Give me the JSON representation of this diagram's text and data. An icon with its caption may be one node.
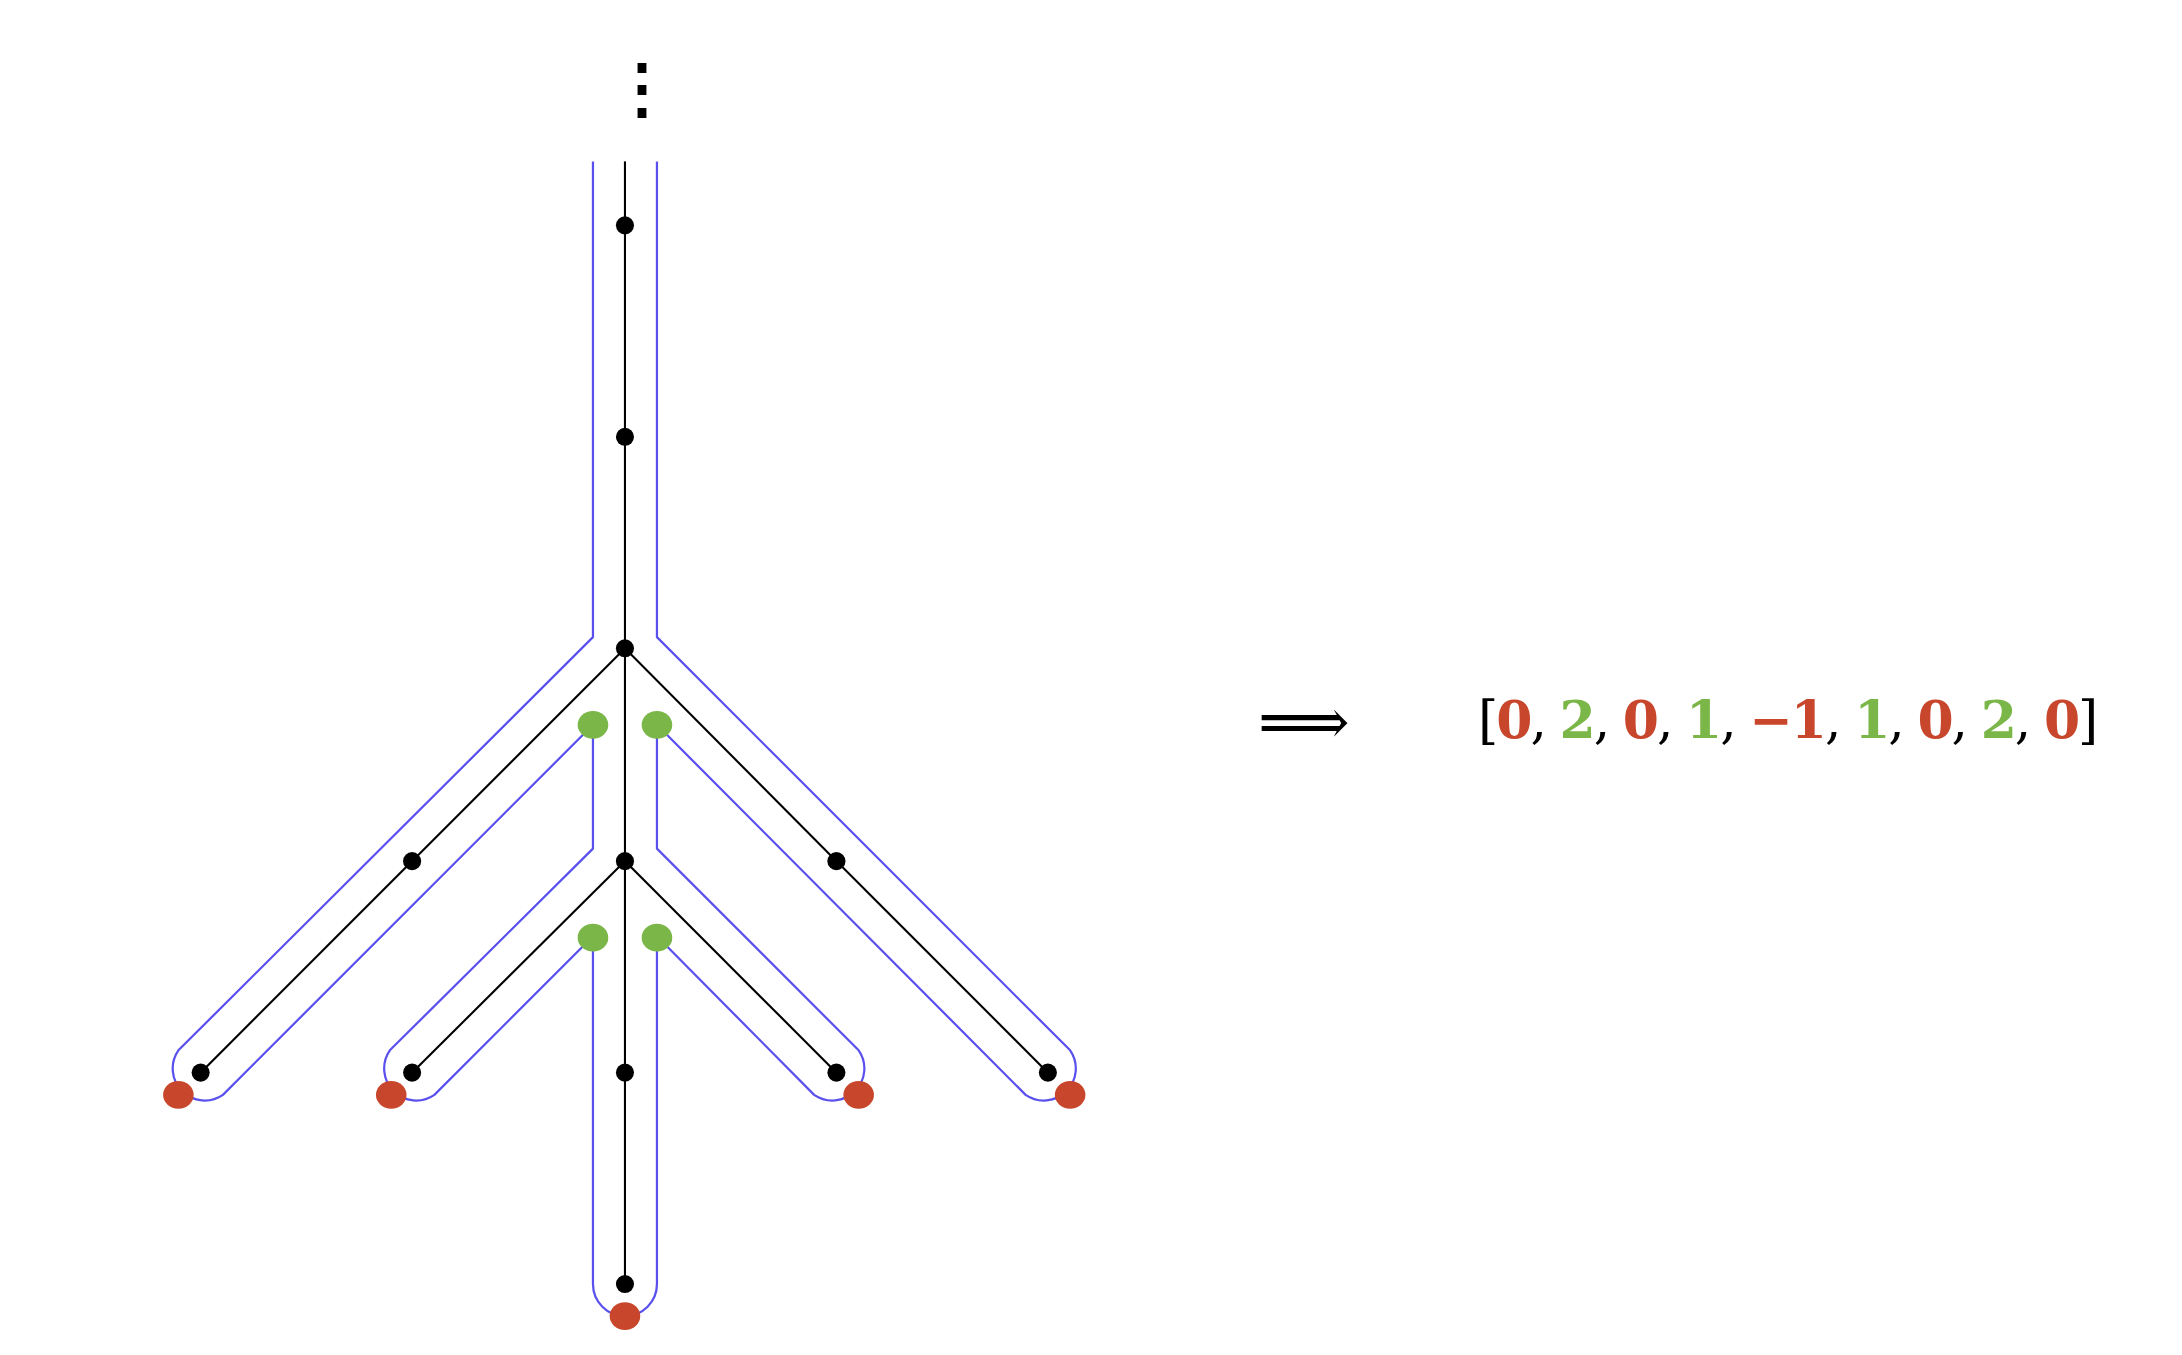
{
  "diagram": {
    "nodes": [
      {
        "text": [],
        "shape": "circle"
      },
      {
        "text": [],
        "shape": "circle"
      },
      {
        "text": [],
        "shape": "circle"
      },
      {
        "text": [],
        "shape": "circle"
      },
      {
        "text": [],
        "shape": "circle"
      },
      {
        "text": [],
        "shape": "circle"
      },
      {
        "text": [],
        "shape": "circle"
      },
      {
        "text": [],
        "shape": "circle"
      },
      {
        "text": [],
        "shape": "circle"
      },
      {
        "text": [],
        "shape": "circle"
      },
      {
        "text": [],
        "shape": "circle"
      },
      {
        "text": [],
        "shape": "circle"
      }
    ],
    "edges": [
      {
        "from": null,
        "to": 0,
        "arrow": "none"
      },
      {
        "from": 0,
        "to": 1,
        "arrow": "none"
      },
      {
        "from": 1,
        "to": 2,
        "arrow": "none"
      },
      {
        "from": 2,
        "to": 3,
        "arrow": "none"
      },
      {
        "from": 2,
        "to": 4,
        "arrow": "none"
      },
      {
        "from": 2,
        "to": 5,
        "arrow": "none"
      },
      {
        "from": 3,
        "to": 6,
        "arrow": "none"
      },
      {
        "from": 4,
        "to": 7,
        "arrow": "none"
      },
      {
        "from": 4,
        "to": 8,
        "arrow": "none"
      },
      {
        "from": 4,
        "to": 9,
        "arrow": "none"
      },
      {
        "from": 5,
        "to": 10,
        "arrow": "none"
      },
      {
        "from": 8,
        "to": 11,
        "arrow": "none"
      }
    ],
    "labels": [
      "⋮",
      "⟹",
      "[0, 2, 0, 1, −1, 1, 0, 2, 0]"
    ]
  }
}
